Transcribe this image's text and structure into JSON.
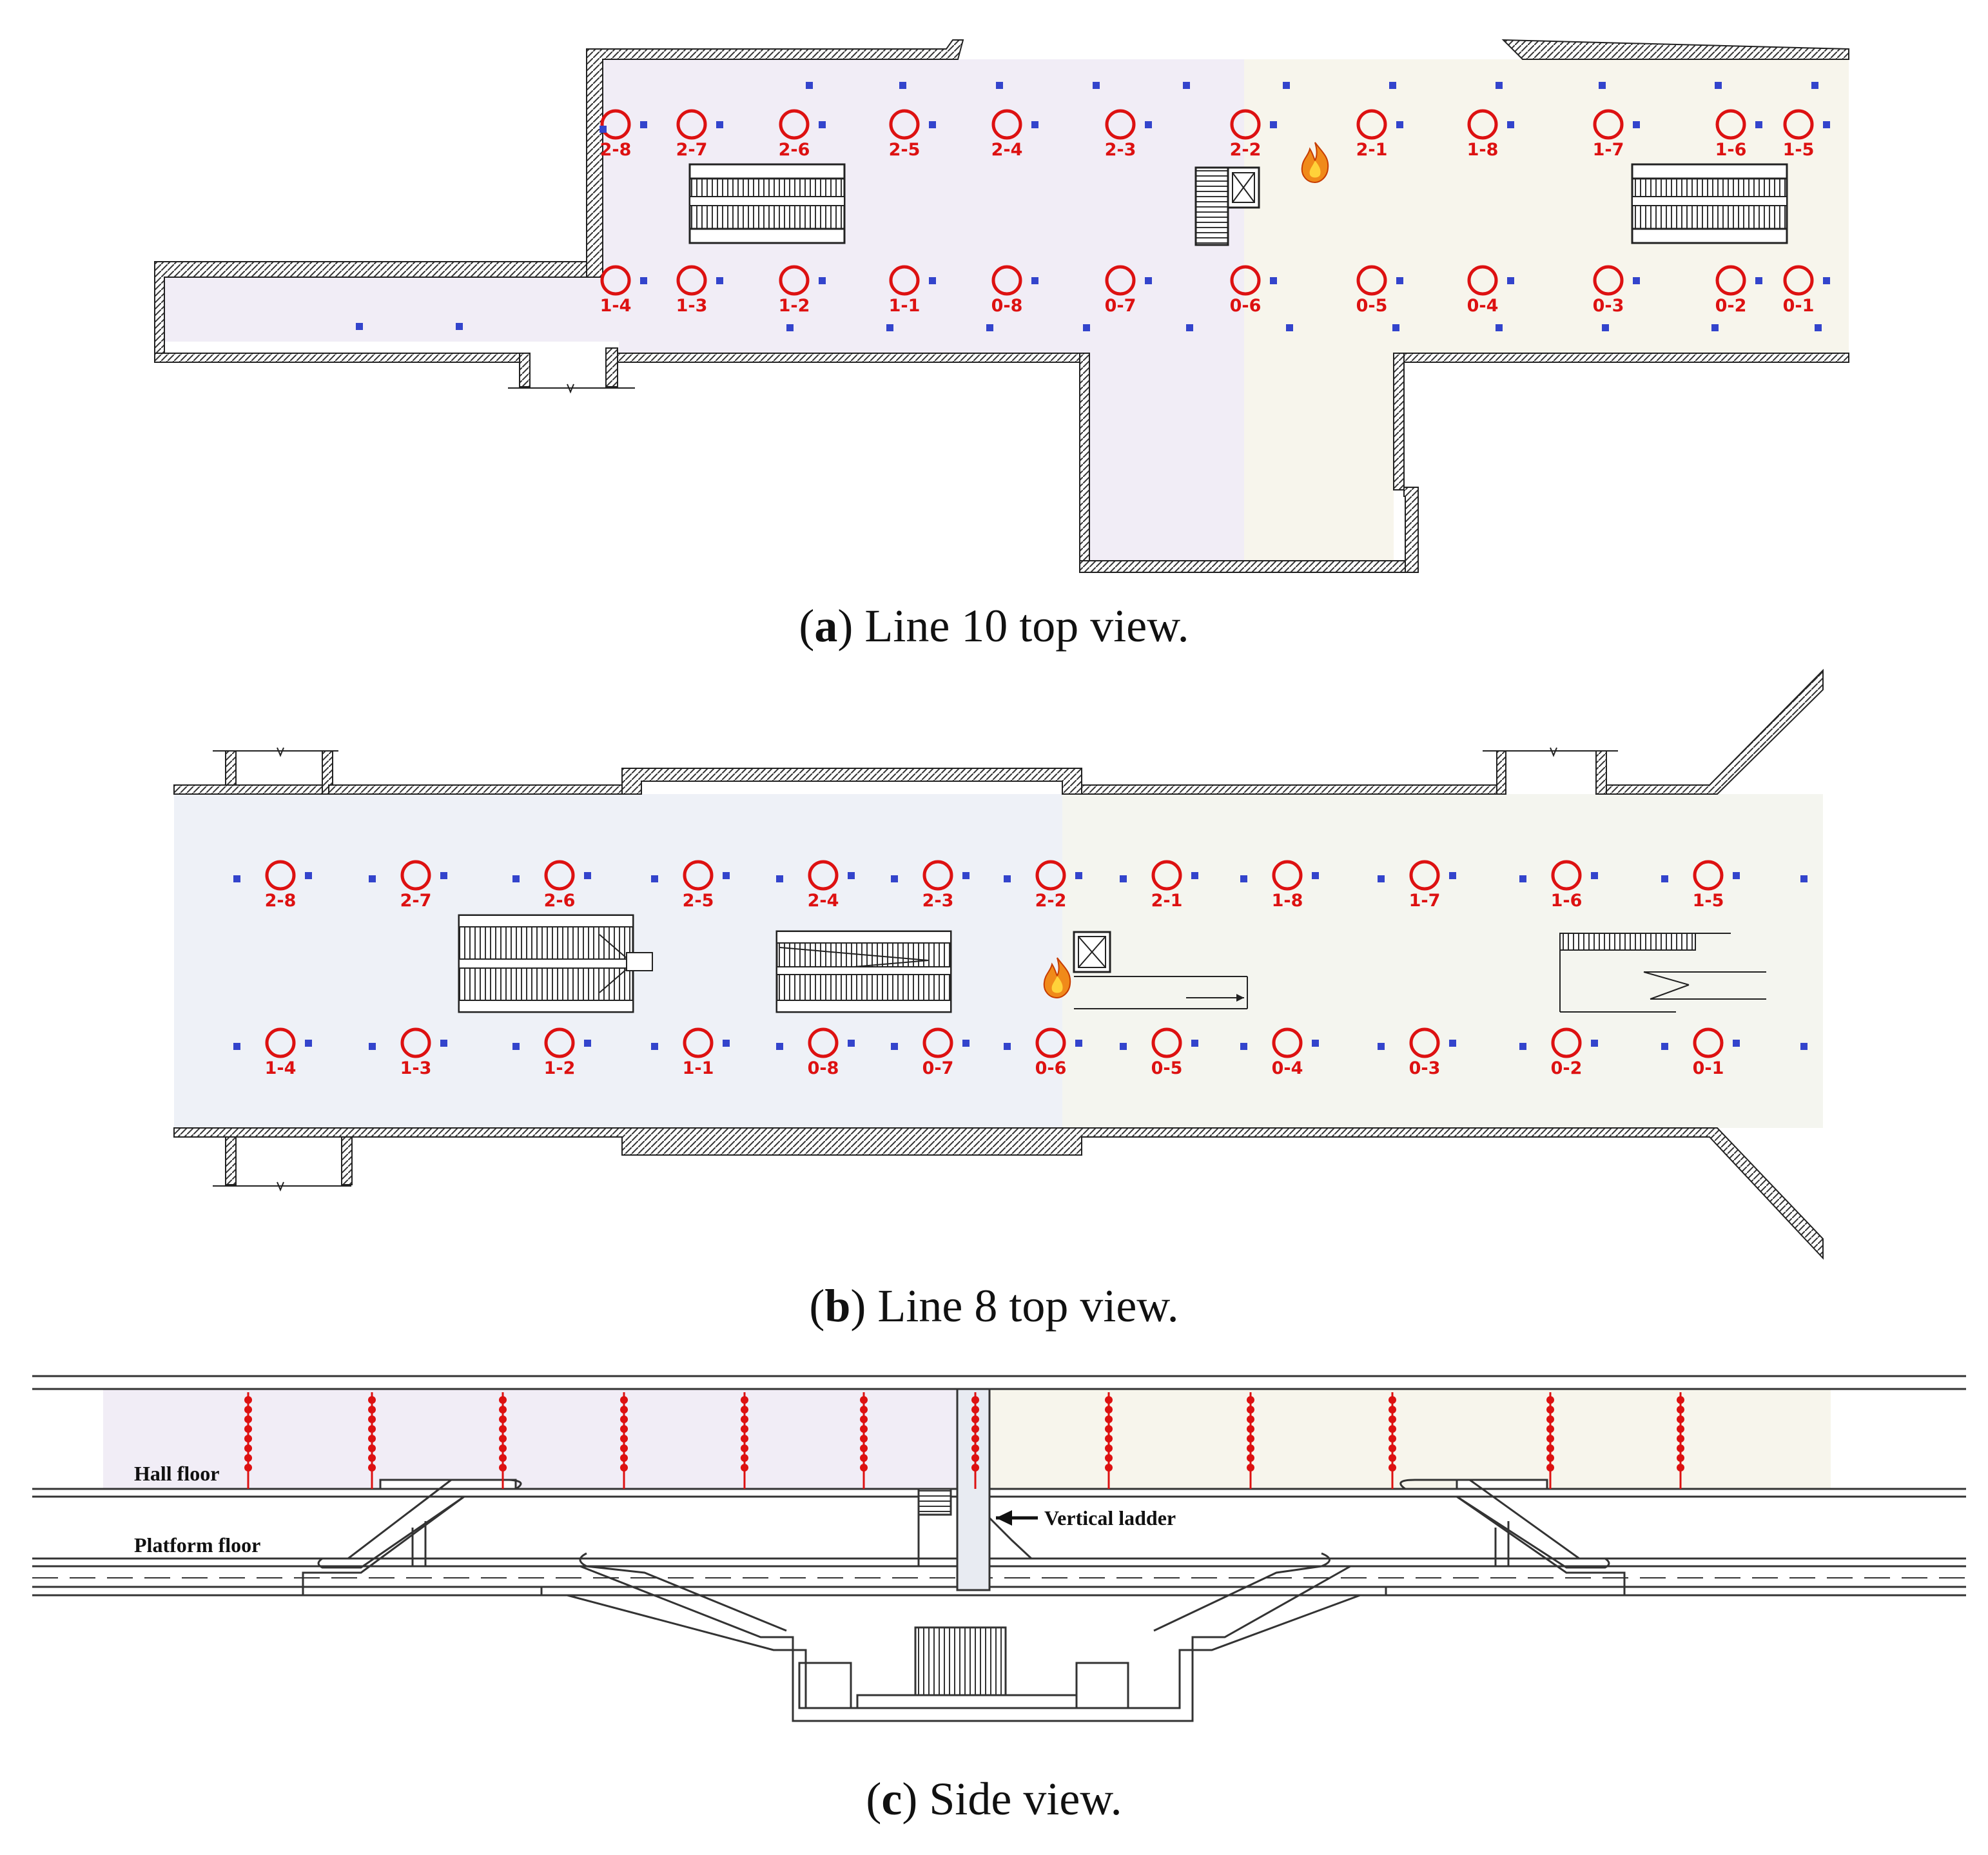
{
  "figure": {
    "panel_a": {
      "caption_letter": "a",
      "caption_text": " Line 10 top view.",
      "top_row": [
        "2-8",
        "2-7",
        "2-6",
        "2-5",
        "2-4",
        "2-3",
        "2-2",
        "2-1",
        "1-8",
        "1-7",
        "1-6",
        "1-5"
      ],
      "bottom_row": [
        "1-4",
        "1-3",
        "1-2",
        "1-1",
        "0-8",
        "0-7",
        "0-6",
        "0-5",
        "0-4",
        "0-3",
        "0-2",
        "0-1"
      ]
    },
    "panel_b": {
      "caption_letter": "b",
      "caption_text": " Line 8 top view.",
      "top_row": [
        "2-8",
        "2-7",
        "2-6",
        "2-5",
        "2-4",
        "2-3",
        "2-2",
        "2-1",
        "1-8",
        "1-7",
        "1-6",
        "1-5"
      ],
      "bottom_row": [
        "1-4",
        "1-3",
        "1-2",
        "1-1",
        "0-8",
        "0-7",
        "0-6",
        "0-5",
        "0-4",
        "0-3",
        "0-2",
        "0-1"
      ]
    },
    "panel_c": {
      "caption_letter": "c",
      "caption_text": " Side view.",
      "hall_floor": "Hall floor",
      "platform_floor": "Platform floor",
      "vertical_ladder": "Vertical ladder"
    },
    "colors": {
      "sensor_red": "#dd1111",
      "vent_blue": "#3344cc",
      "zone_purple": "#f1edf6",
      "zone_beige": "#f7f5ec",
      "zone_blue": "#eef1f7",
      "zone_green": "#f4f5ef"
    },
    "icons": [
      "fire-icon",
      "escalator-icon",
      "elevator-icon",
      "stair-icon",
      "arrow-left-icon"
    ]
  }
}
